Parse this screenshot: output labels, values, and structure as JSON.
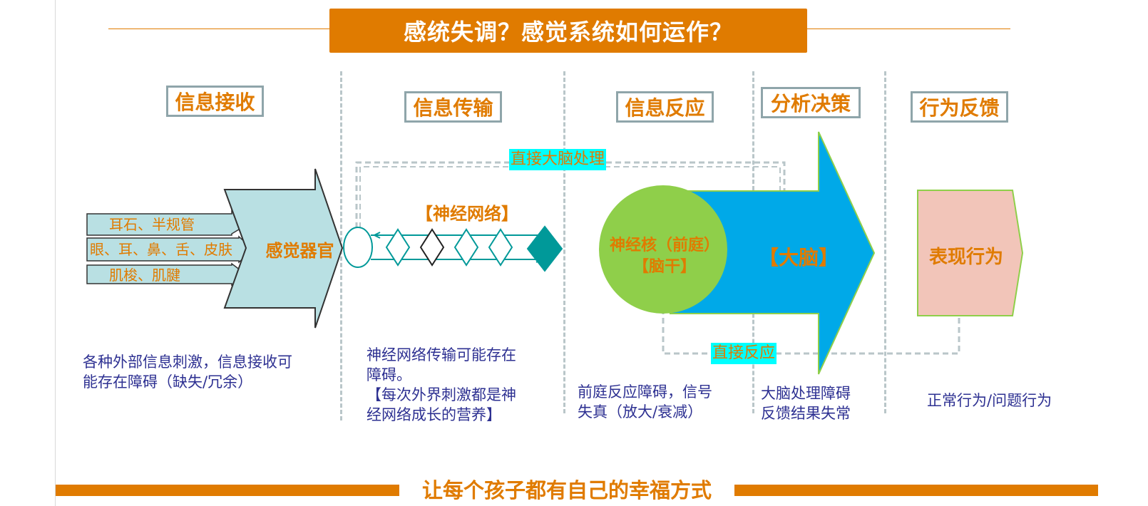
{
  "title": "感统失调？感觉系统如何运作？",
  "stages": [
    "信息接收",
    "信息传输",
    "信息反应",
    "分析决策",
    "行为反馈"
  ],
  "receive": {
    "organ": "感觉器官",
    "inputs": [
      "耳石、半规管",
      "眼、耳、鼻、舌、皮肤",
      "肌梭、肌腱"
    ]
  },
  "network": {
    "label": "【神经网络】"
  },
  "brainstem": {
    "line1": "神经核（前庭）",
    "line2": "【脑干】"
  },
  "brain": {
    "label": "【大脑】"
  },
  "behavior": {
    "label": "表现行为"
  },
  "paths": {
    "direct_brain": "直接大脑处理",
    "direct_reaction": "直接反应"
  },
  "descriptions": {
    "receive": [
      "各种外部信息刺激，信息接收可",
      "能存在障碍（缺失/冗余）"
    ],
    "transmit": [
      "神经网络传输可能存在",
      "障碍。",
      "【每次外界刺激都是神",
      "经网络成长的营养】"
    ],
    "react": [
      "前庭反应障碍，信号",
      "失真（放大/衰减）"
    ],
    "decide": [
      "大脑处理障碍",
      "反馈结果失常"
    ],
    "feedback": [
      "正常行为/问题行为"
    ]
  },
  "slogan": "让每个孩子都有自己的幸福方式",
  "colors": {
    "accent": "#e07b00",
    "organ_fill": "#b9e0e3",
    "network": "#009999",
    "brainstem": "#8fcf4a",
    "brain": "#00a9e8",
    "behavior": "#f2c5b9",
    "desc_text": "#2e3192",
    "tag_bg": "#00ffff"
  }
}
